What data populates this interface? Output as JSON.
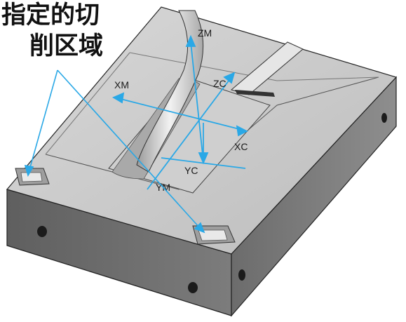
{
  "annotation": {
    "line1": "指定的切",
    "line2": "削区域"
  },
  "axes": {
    "zm": "ZM",
    "xm": "XM",
    "zc": "ZC",
    "xc": "XC",
    "yc": "YC",
    "ym": "YM"
  },
  "colors": {
    "axis": "#2aa8e6",
    "leader": "#2aa8e6",
    "top_face": "#c9c9c9",
    "front_face": "#6f6f6f",
    "side_face": "#808080"
  },
  "icons": [
    "mount-hole-icon",
    "corner-pocket-icon"
  ]
}
